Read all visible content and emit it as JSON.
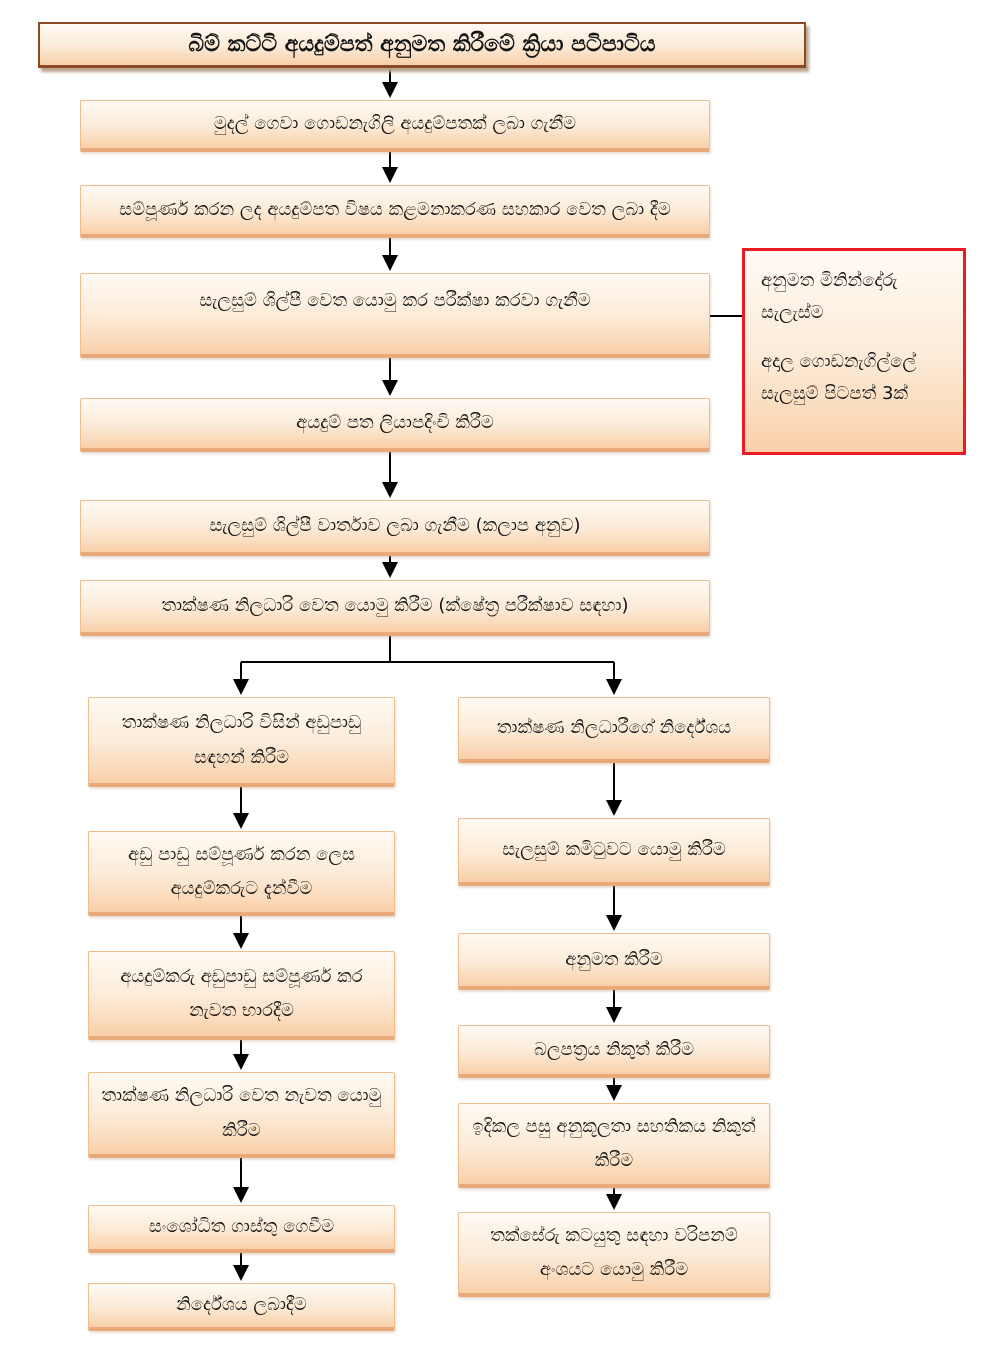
{
  "title": "බිම් කට්ටි අයදුම්පත් අනුමත කිරීමේ ක්‍රියා පටිපාටිය",
  "main_flow": [
    "මුදල් ගෙවා ගොඩනැගිලි අයදුම්පතක් ලබා ගැනීම",
    "සම්පූර්ණ කරන ලද අයදුම්පත විෂය කළමනාකරණ සහකාර වෙත ලබා දීම",
    "සැලසුම් ශිල්පී වෙත යොමු කර පරීක්ෂා කරවා ගැනීම",
    "අයදුම් පත ලියාපදිංචි කිරීම",
    "සැලසුම් ශිල්පී වාර්තාව ලබා ගැනීම (කලාප අනුව)",
    "තාක්ෂණ නිලධාරි වෙත යොමු කිරීම (ක්ෂේත්‍ර පරීක්ෂාව සඳහා)"
  ],
  "side_note": {
    "line1": "අනුමත මිනින්දෝරු සැලැස්ම",
    "line2": "අදාල ගොඩනැගිල්ලේ සැලසුම් පිටපත් 3ක්"
  },
  "left_branch": [
    "තාක්ෂණ නිලධාරි විසින් අඩුපාඩු සඳහන් කිරීම",
    "අඩු පාඩු සම්පූර්ණ කරන ලෙස අයදුම්කරුට දැන්වීම",
    "අයදුම්කරු අඩුපාඩු සම්පූර්ණ කර නැවත භාරදීම",
    "තාක්ෂණ නිලධාරි වෙත නැවත යොමු කිරීම",
    "සංශෝධිත ගාස්තු ගෙවීම",
    "නිර්දේශය ලබාදීම"
  ],
  "right_branch": [
    "තාක්ෂණ නිලධාරීගේ නිර්දේශය",
    "සැලසුම් කමිටුවට යොමු කිරීම",
    "අනුමත කිරීම",
    "බලපත්‍රය නිකුත් කිරීම",
    "ඉදිකල පසු අනුකූලතා සහතිකය නිකුත් කිරීම",
    "තක්සේරු කටයුතු සඳහා වරිපනම් අංශයට යොමු කිරීම"
  ],
  "colors": {
    "box_fill_top": "#fefaf4",
    "box_fill_bottom": "#f9d0a9",
    "box_border": "#f0bd8f",
    "box_border_dark": "#e9a97a",
    "title_border": "#8a4a22",
    "note_border": "#ed1c24",
    "arrow": "#000000"
  }
}
